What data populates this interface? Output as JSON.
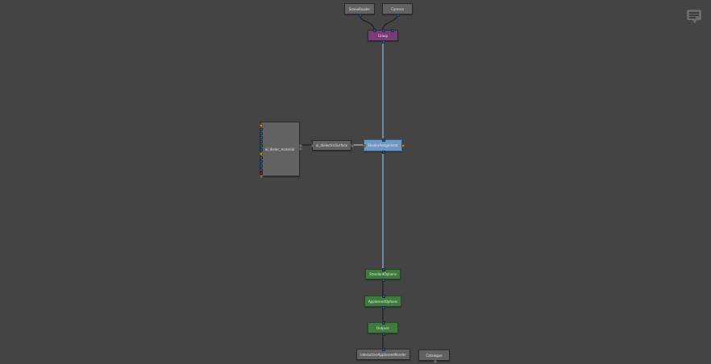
{
  "nodes": {
    "scene_reader": "SceneReader",
    "camera": "Camera",
    "group": "Group",
    "material": "ai_dielec_material",
    "surface": "ai_dielectricSurface",
    "shader_assignment": "ShaderAssignment",
    "standard_options": "StandardOptions",
    "appleseed_options": "AppleseedOptions",
    "outputs": "Outputs",
    "interactive_render": "InteractiveAppleseedRender",
    "catalogue": "Catalogue"
  },
  "icons": {
    "annotation": "chat-bubble-icon"
  },
  "colors": {
    "background": "#444444",
    "node_default": "#626262",
    "node_group": "#7a3b78",
    "node_shader_assignment": "#6f97c4",
    "node_options": "#3f7a3f",
    "wire_blue": "#6f97c4",
    "wire_dark": "#1e1e1e"
  }
}
